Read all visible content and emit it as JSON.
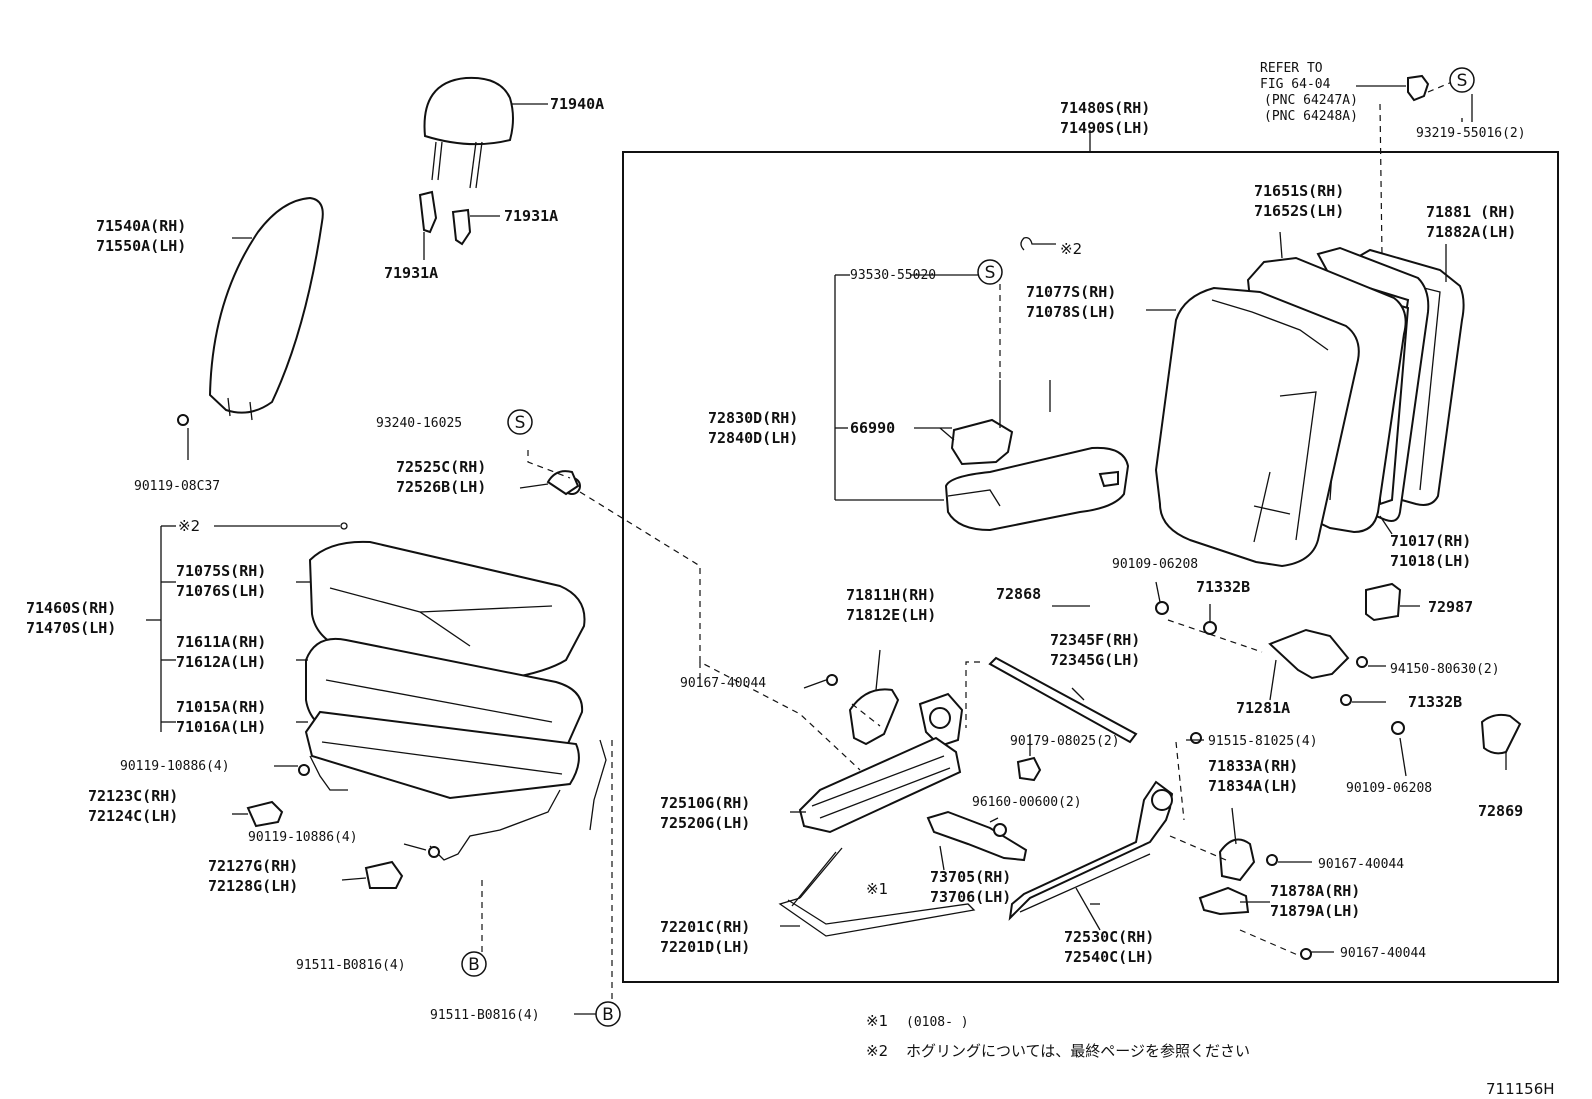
{
  "figure_id": "711156H",
  "refer": {
    "line1": "REFER TO",
    "line2": "FIG 64-04",
    "line3": "(PNC 64247A)",
    "line4": "(PNC 64248A)"
  },
  "notes": {
    "note1_mark": "※1",
    "note1_text": "(0108-      )",
    "note2_mark": "※2",
    "note2_text": "ホグリングについては、最終ページを参照ください"
  },
  "symbols": {
    "s": "S",
    "b": "B",
    "mark1": "※1",
    "mark2": "※2"
  },
  "labels": {
    "p71940A": "71940A",
    "p71931A_r": "71931A",
    "p71931A_l": "71931A",
    "p71540A": "71540A(RH)",
    "p71550A": "71550A(LH)",
    "p90119_08C37": "90119-08C37",
    "p93240": "93240-16025",
    "p72525C": "72525C(RH)",
    "p72526B": "72526B(LH)",
    "p71460S": "71460S(RH)",
    "p71470S": "71470S(LH)",
    "p71075S": "71075S(RH)",
    "p71076S": "71076S(LH)",
    "p71611A": "71611A(RH)",
    "p71612A": "71612A(LH)",
    "p71015A": "71015A(RH)",
    "p71016A": "71016A(LH)",
    "p90119_10886_a": "90119-10886(4)",
    "p72123C": "72123C(RH)",
    "p72124C": "72124C(LH)",
    "p90119_10886_b": "90119-10886(4)",
    "p72127G": "72127G(RH)",
    "p72128G": "72128G(LH)",
    "p91511_a": "91511-B0816(4)",
    "p91511_b": "91511-B0816(4)",
    "p71480S": "71480S(RH)",
    "p71490S": "71490S(LH)",
    "p93219": "93219-55016(2)",
    "p71651S": "71651S(RH)",
    "p71652S": "71652S(LH)",
    "p71881": "71881 (RH)",
    "p71882A": "71882A(LH)",
    "p71077S": "71077S(RH)",
    "p71078S": "71078S(LH)",
    "p93530": "93530-55020",
    "p72830D": "72830D(RH)",
    "p72840D": "72840D(LH)",
    "p66990": "66990",
    "p71017": "71017(RH)",
    "p71018": "71018(LH)",
    "p90109_06208_a": "90109-06208",
    "p71332B_a": "71332B",
    "p72868": "72868",
    "p72987": "72987",
    "p71811H": "71811H(RH)",
    "p71812E": "71812E(LH)",
    "p72345F": "72345F(RH)",
    "p72345G": "72345G(LH)",
    "p94150": "94150-80630(2)",
    "p90167_40044_a": "90167-40044",
    "p71281A": "71281A",
    "p71332B_b": "71332B",
    "p90179": "90179-08025(2)",
    "p91515": "91515-81025(4)",
    "p71833A": "71833A(RH)",
    "p71834A": "71834A(LH)",
    "p90109_06208_b": "90109-06208",
    "p72869": "72869",
    "p96160": "96160-00600(2)",
    "p72510G": "72510G(RH)",
    "p72520G": "72520G(LH)",
    "p90167_40044_b": "90167-40044",
    "p73705": "73705(RH)",
    "p73706": "73706(LH)",
    "p71878A": "71878A(RH)",
    "p71879A": "71879A(LH)",
    "p72201C": "72201C(RH)",
    "p72201D": "72201D(LH)",
    "p72530C": "72530C(RH)",
    "p72540C": "72540C(LH)",
    "p90167_40044_c": "90167-40044"
  }
}
